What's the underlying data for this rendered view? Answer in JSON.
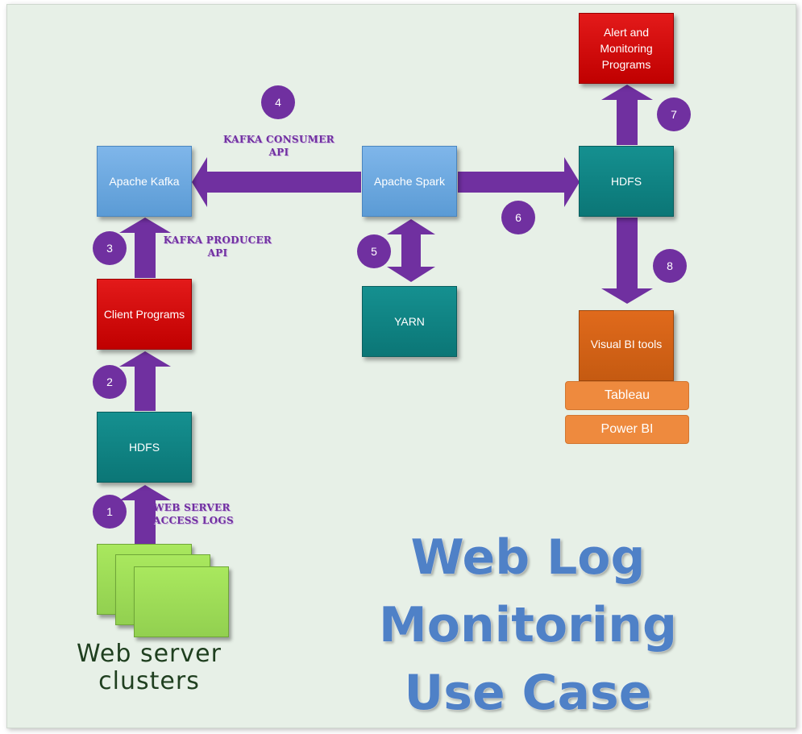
{
  "title_line1": "Web Log Monitoring",
  "title_line2": "Use Case",
  "clusters_line1": "Web server",
  "clusters_line2": "clusters",
  "nodes": {
    "kafka": "Apache Kafka",
    "client": "Client Programs",
    "hdfs_left": "HDFS",
    "spark": "Apache Spark",
    "yarn": "YARN",
    "hdfs_right": "HDFS",
    "alert_line1": "Alert and",
    "alert_line2": "Monitoring",
    "alert_line3": "Programs",
    "visual_bi": "Visual BI tools",
    "tableau": "Tableau",
    "powerbi": "Power BI"
  },
  "labels": {
    "consumer_line1": "KAFKA CONSUMER",
    "consumer_line2": "API",
    "producer_line1": "KAFKA PRODUCER",
    "producer_line2": "API",
    "logs_line1": "WEB SERVER",
    "logs_line2": "ACCESS LOGS"
  },
  "steps": [
    "1",
    "2",
    "3",
    "4",
    "5",
    "6",
    "7",
    "8"
  ],
  "colors": {
    "arrow": "#7030a0",
    "blue": "#5b9bd5",
    "teal": "#0e7d7d",
    "red": "#d00000",
    "orange": "#c55a11",
    "green": "#92d050",
    "title": "#4f81c7"
  }
}
